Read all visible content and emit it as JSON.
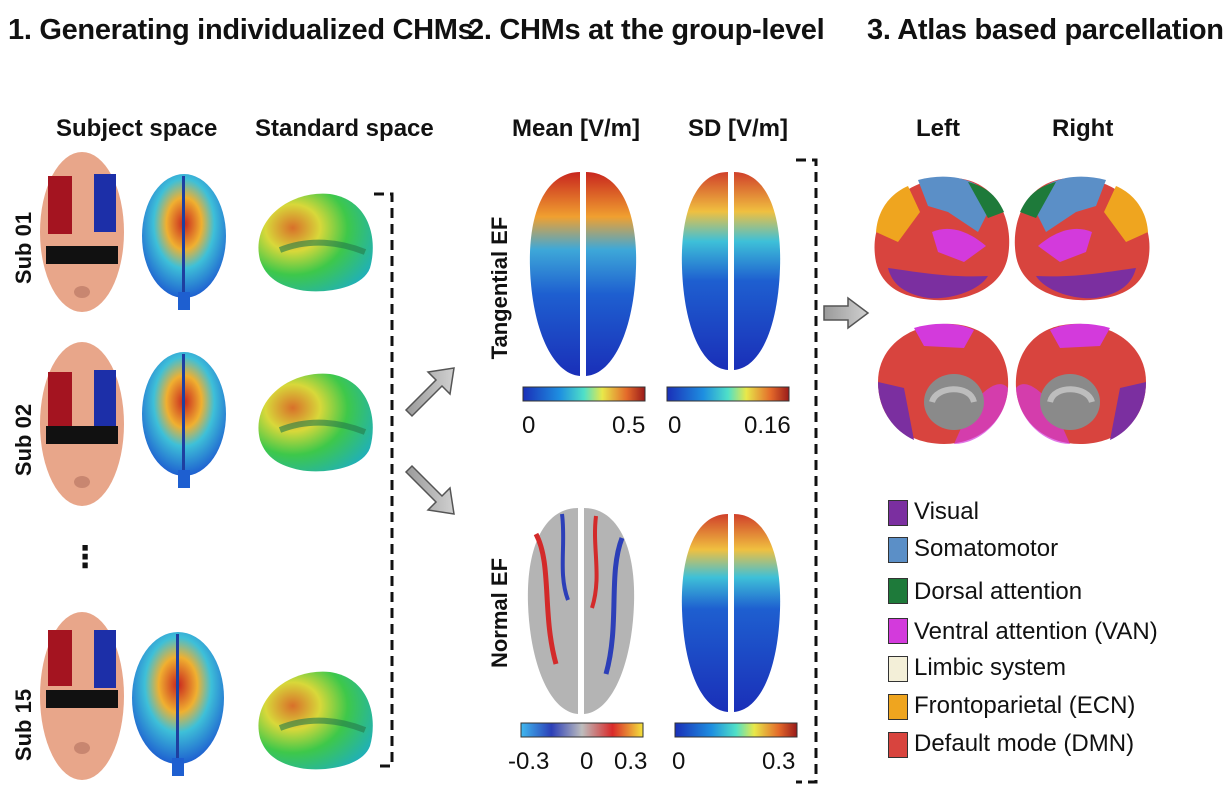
{
  "sections": {
    "s1_title": "1. Generating individualized CHMs",
    "s2_title": "2. CHMs at the group-level",
    "s3_title": "3. Atlas based parcellation"
  },
  "panel1": {
    "subject_space": "Subject space",
    "standard_space": "Standard space",
    "sub01": "Sub 01",
    "sub02": "Sub 02",
    "ellipsis": "⋮",
    "sub15": "Sub 15"
  },
  "panel2": {
    "mean_label": "Mean [V/m]",
    "sd_label": "SD [V/m]",
    "tangential_label": "Tangential  EF",
    "normal_label": "Normal EF",
    "cb_tan_mean_min": "0",
    "cb_tan_mean_max": "0.5",
    "cb_tan_sd_min": "0",
    "cb_tan_sd_max": "0.16",
    "cb_norm_mean_min": "-0.3",
    "cb_norm_mean_mid": "0",
    "cb_norm_mean_max": "0.3",
    "cb_norm_sd_min": "0",
    "cb_norm_sd_max": "0.3"
  },
  "panel3": {
    "left_label": "Left",
    "right_label": "Right"
  },
  "legend": [
    {
      "label": "Visual",
      "color": "#7b2fa0"
    },
    {
      "label": "Somatomotor",
      "color": "#5b8fc7"
    },
    {
      "label": "Dorsal attention",
      "color": "#1e7a3a"
    },
    {
      "label": "Ventral attention (VAN)",
      "color": "#d33adc"
    },
    {
      "label": "Limbic system",
      "color": "#f3efd8"
    },
    {
      "label": "Frontoparietal (ECN)",
      "color": "#efa51f"
    },
    {
      "label": "Default mode (DMN)",
      "color": "#d8443e"
    }
  ]
}
